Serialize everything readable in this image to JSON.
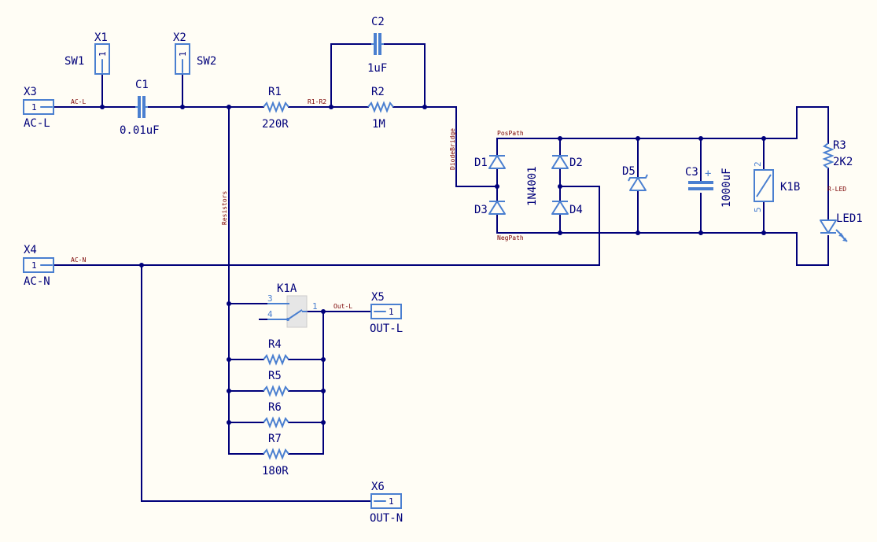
{
  "components": {
    "X1": {
      "ref": "X1",
      "label": "SW1",
      "pin": "1"
    },
    "X2": {
      "ref": "X2",
      "label": "SW2",
      "pin": "1"
    },
    "X3": {
      "ref": "X3",
      "label": "AC-L",
      "pin": "1"
    },
    "X4": {
      "ref": "X4",
      "label": "AC-N",
      "pin": "1"
    },
    "X5": {
      "ref": "X5",
      "label": "OUT-L",
      "pin": "1"
    },
    "X6": {
      "ref": "X6",
      "label": "OUT-N",
      "pin": "1"
    },
    "C1": {
      "ref": "C1",
      "value": "0.01uF"
    },
    "C2": {
      "ref": "C2",
      "value": "1uF"
    },
    "C3": {
      "ref": "C3",
      "value": "1000uF",
      "polarity": "+"
    },
    "R1": {
      "ref": "R1",
      "value": "220R"
    },
    "R2": {
      "ref": "R2",
      "value": "1M"
    },
    "R3": {
      "ref": "R3",
      "value": "2K2"
    },
    "R4": {
      "ref": "R4"
    },
    "R5": {
      "ref": "R5"
    },
    "R6": {
      "ref": "R6"
    },
    "R7": {
      "ref": "R7",
      "value": "180R"
    },
    "D1": {
      "ref": "D1"
    },
    "D2": {
      "ref": "D2"
    },
    "D3": {
      "ref": "D3"
    },
    "D4": {
      "ref": "D4"
    },
    "D5": {
      "ref": "D5"
    },
    "bridge_value": "1N4001",
    "K1A": {
      "ref": "K1A",
      "pin3": "3",
      "pin4": "4",
      "pin1": "1"
    },
    "K1B": {
      "ref": "K1B",
      "pin2": "2",
      "pin5": "5"
    },
    "LED1": {
      "ref": "LED1"
    }
  },
  "nets": {
    "ac_l": "AC-L",
    "ac_n": "AC-N",
    "r1_r2": "R1-R2",
    "diode_bridge": "DiodeBridge",
    "pos_path": "PosPath",
    "neg_path": "NegPath",
    "resistors": "Resistors",
    "out_l": "Out-L",
    "r_led": "R-LED"
  },
  "colors": {
    "wire": "#00007a",
    "component": "#4a7fd0",
    "net_label": "#7a0000",
    "background": "#fffdf5"
  }
}
